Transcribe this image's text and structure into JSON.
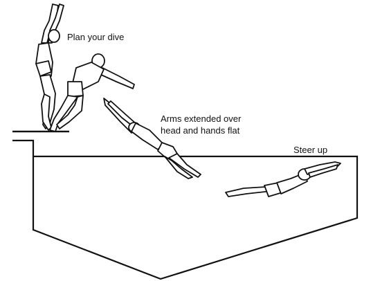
{
  "labels": {
    "plan": "Plan your dive",
    "arms_line1": "Arms extended over",
    "arms_line2": "head and hands flat",
    "steer": "Steer up"
  },
  "colors": {
    "line": "#111111",
    "background": "#ffffff"
  }
}
